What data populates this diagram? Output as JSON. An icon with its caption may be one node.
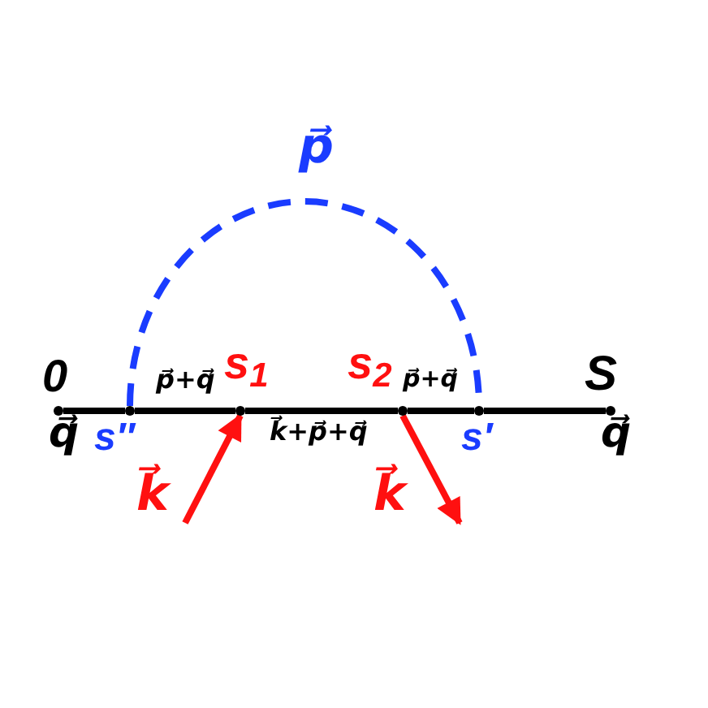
{
  "diagram": {
    "nodes": [
      {
        "text": [],
        "shape": "point",
        "beside": [
          "0"
        ]
      },
      {
        "text": [],
        "shape": "point",
        "beside": [
          "s″"
        ]
      },
      {
        "text": [],
        "shape": "point",
        "beside": [
          "s$_{1}$"
        ]
      },
      {
        "text": [],
        "shape": "point",
        "beside": [
          "s$_{2}$"
        ]
      },
      {
        "text": [],
        "shape": "point",
        "beside": [
          "s′"
        ]
      },
      {
        "text": [],
        "shape": "point",
        "beside": [
          "S"
        ]
      }
    ],
    "edges": [
      {
        "from": 0,
        "to": 1,
        "arrow": "none",
        "label": "q⃗"
      },
      {
        "from": 1,
        "to": 2,
        "arrow": "none",
        "label": "p⃗+q⃗"
      },
      {
        "from": 2,
        "to": 3,
        "arrow": "none",
        "label": "k⃗+p⃗+q⃗"
      },
      {
        "from": 3,
        "to": 4,
        "arrow": "none",
        "label": "p⃗+q⃗"
      },
      {
        "from": 4,
        "to": 5,
        "arrow": "none",
        "label": "q⃗"
      },
      {
        "from": 1,
        "to": 4,
        "arrow": "none",
        "label": "p⃗",
        "style": "dashed",
        "color": "#1a3cff"
      },
      {
        "from": null,
        "to": 2,
        "arrow": "to",
        "label": "k⃗",
        "color": "#ff1010"
      },
      {
        "from": 3,
        "to": null,
        "arrow": "to",
        "label": "k⃗",
        "color": "#ff1010"
      }
    ]
  }
}
